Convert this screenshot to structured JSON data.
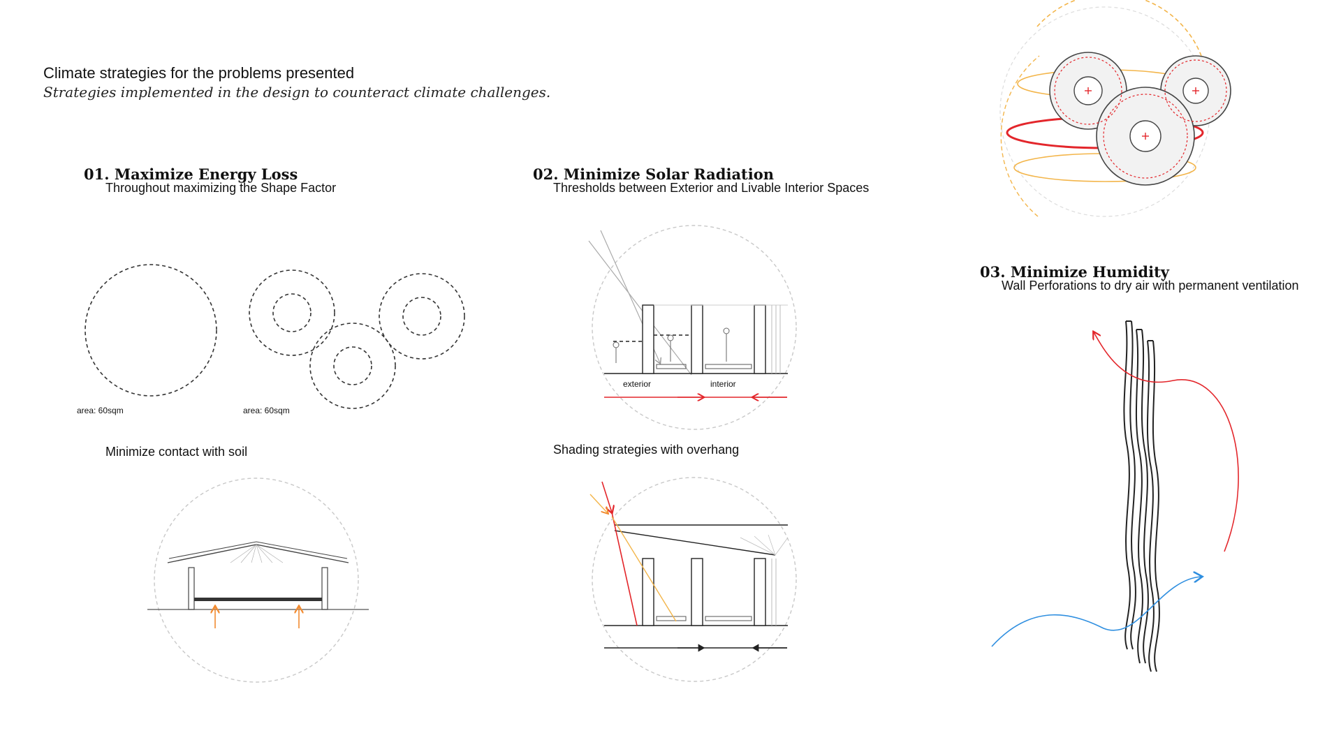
{
  "header": {
    "title": "Climate strategies for the problems presented",
    "subtitle": "Strategies implemented in the design to counteract climate challenges."
  },
  "sections": [
    {
      "title": "01. Maximize Energy Loss",
      "subtitle": "Throughout maximizing the Shape Factor",
      "area_left": "area: 60sqm",
      "area_right": "area: 60sqm",
      "caption": "Minimize contact with soil"
    },
    {
      "title": "02. Minimize Solar Radiation",
      "subtitle": "Thresholds between Exterior and Livable Interior Spaces",
      "label_exterior": "exterior",
      "label_interior": "interior",
      "caption": "Shading strategies with overhang"
    },
    {
      "title": "03. Minimize Humidity",
      "subtitle": "Wall Perforations to dry air with permanent ventilation"
    }
  ],
  "colors": {
    "red": "#e3262b",
    "orange": "#f28b30",
    "yellow": "#f3b54a",
    "blue": "#2f8fe0",
    "line": "#222222",
    "gray": "#bdbdbd"
  }
}
